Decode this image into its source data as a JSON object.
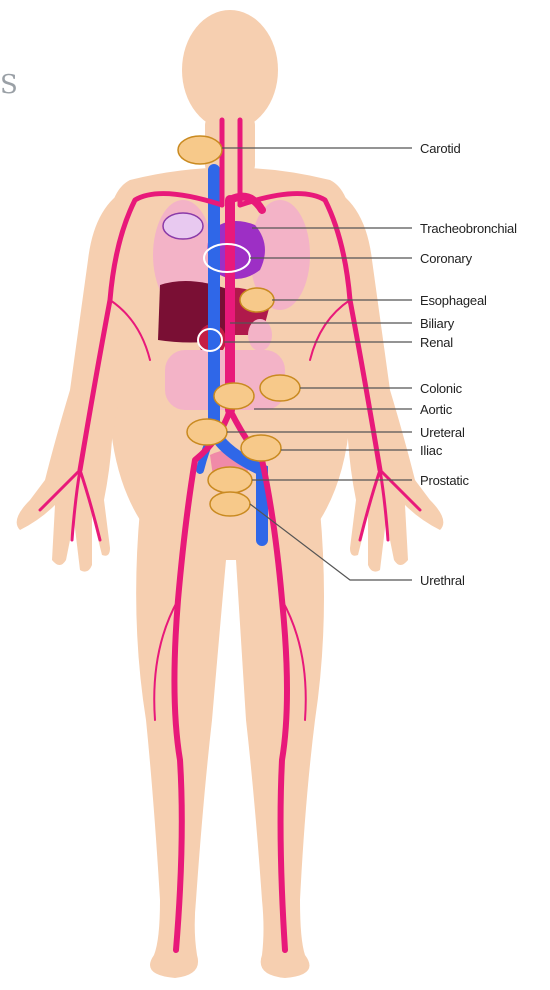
{
  "corner_text": "S",
  "labels": {
    "carotid": "Carotid",
    "tracheobronchial": "Tracheobronchial",
    "coronary": "Coronary",
    "esophageal": "Esophageal",
    "biliary": "Biliary",
    "renal": "Renal",
    "colonic": "Colonic",
    "aortic": "Aortic",
    "ureteral": "Ureteral",
    "iliac": "Iliac",
    "prostatic": "Prostatic",
    "urethral": "Urethral"
  },
  "colors": {
    "skin": "#f6cfb0",
    "artery": "#e8197a",
    "vein": "#2f67e8",
    "marker_fill": "#f7c98a",
    "marker_stroke": "#c98a20",
    "leader_line": "#555555"
  }
}
